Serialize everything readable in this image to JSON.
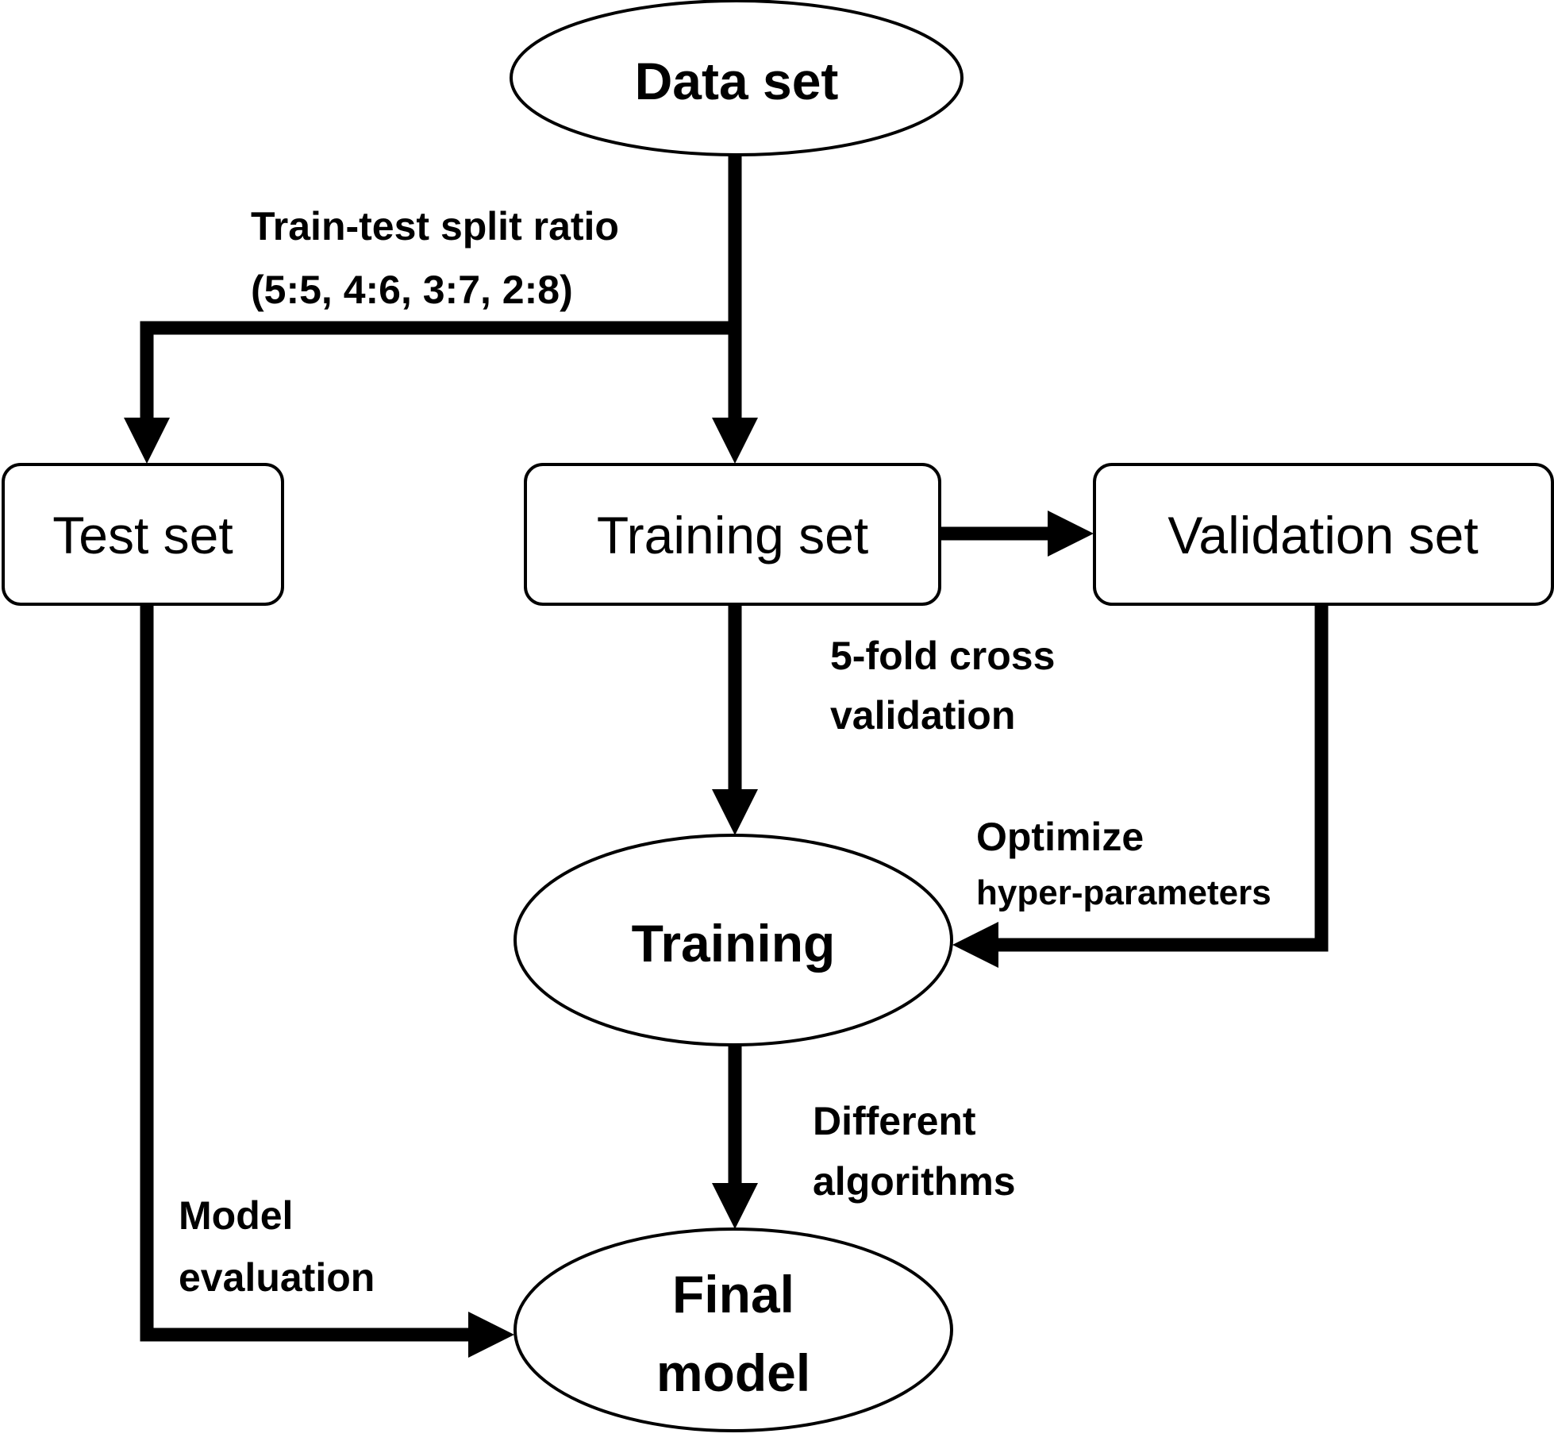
{
  "nodes": {
    "data_set": {
      "label": "Data set"
    },
    "test_set": {
      "label": "Test set"
    },
    "training_set": {
      "label": "Training set"
    },
    "validation_set": {
      "label": "Validation set"
    },
    "training": {
      "label": "Training"
    },
    "final_model": {
      "line1": "Final",
      "line2": "model"
    }
  },
  "edges": {
    "split": {
      "line1": "Train-test split ratio",
      "line2": "(5:5, 4:6, 3:7, 2:8)"
    },
    "cross_validation": {
      "line1": "5-fold cross",
      "line2": "validation"
    },
    "optimize": {
      "line1": "Optimize",
      "line2": "hyper-parameters"
    },
    "algorithms": {
      "line1": "Different",
      "line2": "algorithms"
    },
    "evaluation": {
      "line1": "Model",
      "line2": "evaluation"
    }
  }
}
